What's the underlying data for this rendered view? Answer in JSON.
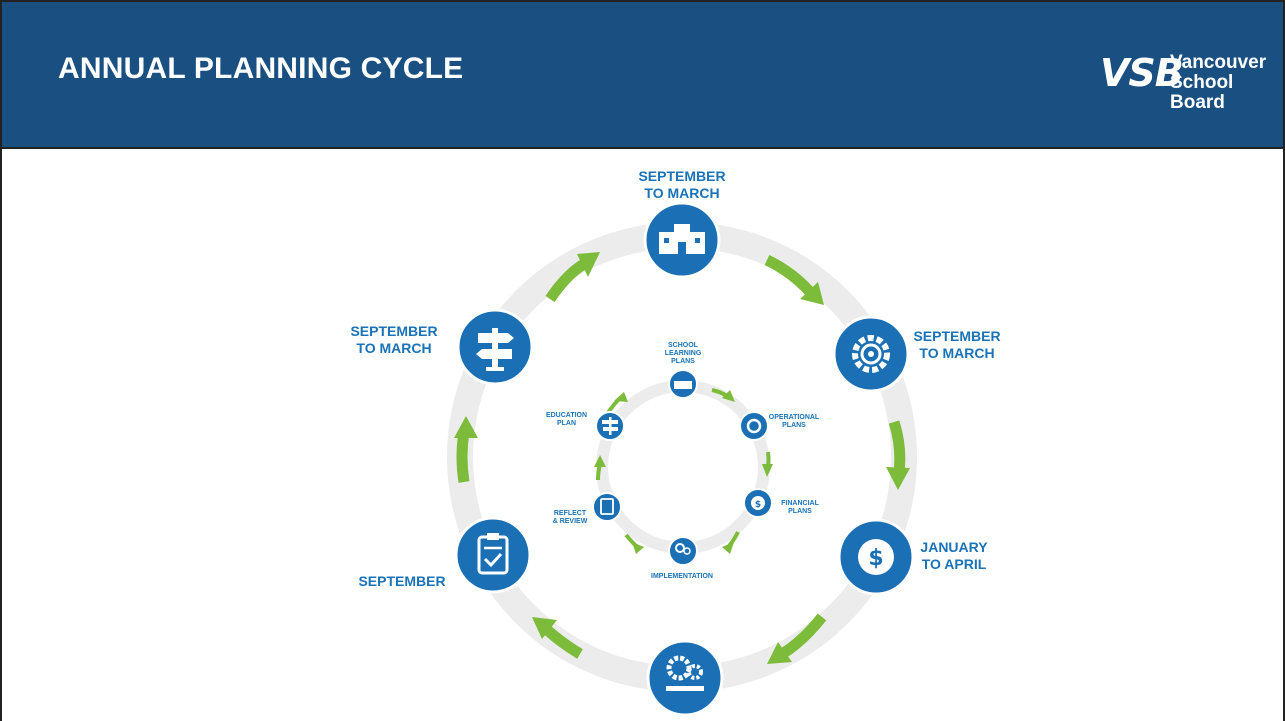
{
  "header": {
    "title": "ANNUAL PLANNING CYCLE",
    "logo_mark": "VSB",
    "logo_text_line1": "Vancouver",
    "logo_text_line2": "School Board"
  },
  "outer_cycle": {
    "top": "SEPTEMBER\nTO MARCH",
    "upper_right": "SEPTEMBER\nTO MARCH",
    "lower_right": "JANUARY\nTO APRIL",
    "lower_left": "SEPTEMBER",
    "upper_left": "SEPTEMBER\nTO MARCH"
  },
  "inner_cycle": {
    "school_learning_plans": "SCHOOL\nLEARNING\nPLANS",
    "operational_plans": "OPERATIONAL\nPLANS",
    "financial_plans": "FINANCIAL\nPLANS",
    "implementation": "IMPLEMENTATION",
    "reflect_review": "REFLECT\n& REVIEW",
    "education_plan": "EDUCATION\nPLAN"
  },
  "icons": [
    "school-icon",
    "gear-icon",
    "dollar-icon",
    "gears-progress-icon",
    "clipboard-check-icon",
    "signpost-icon"
  ],
  "colors": {
    "header_bg": "#1a4f82",
    "icon_blue": "#1a6fb5",
    "label_blue": "#1a73b8",
    "arrow_green": "#7dbb3b",
    "ring_gray": "#ececec"
  }
}
